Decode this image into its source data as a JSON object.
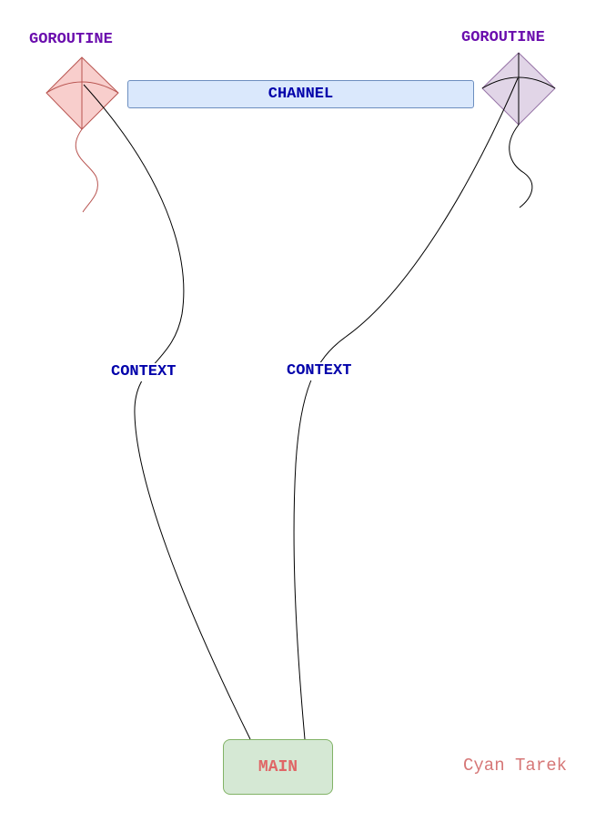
{
  "labels": {
    "goroutine_left": "GOROUTINE",
    "goroutine_right": "GOROUTINE",
    "channel": "CHANNEL",
    "context_left": "CONTEXT",
    "context_right": "CONTEXT",
    "main": "MAIN",
    "author": "Cyan Tarek"
  },
  "colors": {
    "goroutine_label": "#6a0dad",
    "channel_text": "#0000aa",
    "context_text": "#0000aa",
    "main_text": "#e06666",
    "author_text": "#d67777",
    "kite_left_fill": "#f8cecc",
    "kite_left_stroke": "#b85450",
    "kite_right_fill": "#e1d5e7",
    "kite_right_stroke": "#9673a6"
  }
}
